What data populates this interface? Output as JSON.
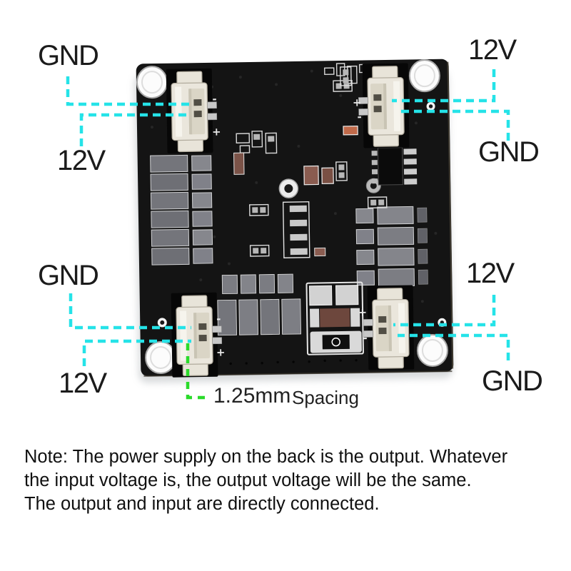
{
  "colors": {
    "annotation_cyan": "#25E3E8",
    "annotation_green": "#2BDB2B",
    "board_black": "#141414",
    "label_text": "#1B1B1B"
  },
  "labels": {
    "top_left_gnd": "GND",
    "top_left_12v": "12V",
    "top_right_12v": "12V",
    "top_right_gnd": "GND",
    "mid_left_gnd": "GND",
    "bottom_left_12v": "12V",
    "mid_right_12v": "12V",
    "bottom_right_gnd": "GND"
  },
  "spacing_callout": {
    "value": "1.25mm",
    "word": "Spacing"
  },
  "silkscreen": {
    "plus": "+",
    "minus": "-"
  },
  "note": {
    "line1": "Note: The power supply on the back is the output. Whatever",
    "line2": "the input voltage is, the output voltage will be the same.",
    "line3": "The output and input are directly connected."
  }
}
